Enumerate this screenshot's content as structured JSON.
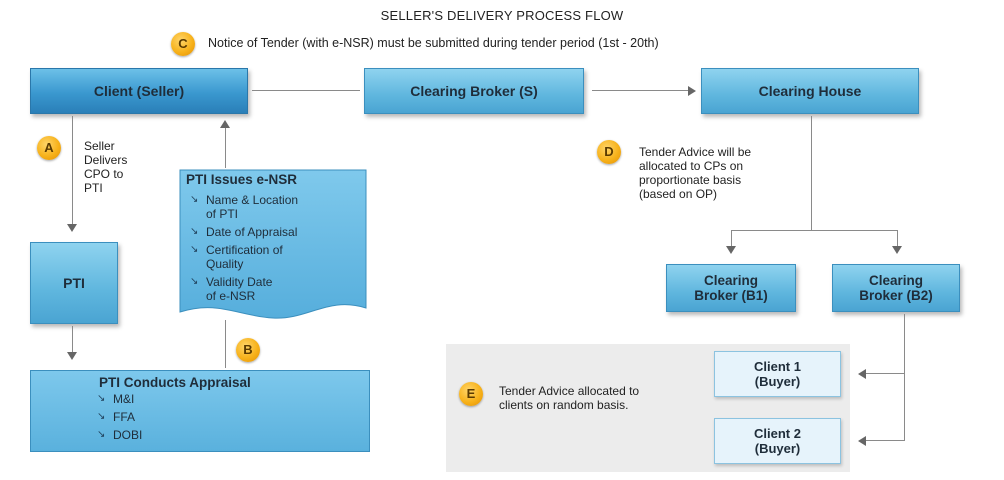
{
  "title": "SELLER'S DELIVERY PROCESS FLOW",
  "notice": {
    "badge": "C",
    "text": "Notice of Tender (with e-NSR) must be submitted during tender period (1st - 20th)"
  },
  "nodes": {
    "client_seller": "Client (Seller)",
    "clearing_broker_s": "Clearing Broker (S)",
    "clearing_house": "Clearing House",
    "pti": "PTI",
    "clearing_broker_b1": [
      "Clearing",
      "Broker (B1)"
    ],
    "clearing_broker_b2": [
      "Clearing",
      "Broker (B2)"
    ],
    "client1_buyer": [
      "Client 1",
      "(Buyer)"
    ],
    "client2_buyer": [
      "Client 2",
      "(Buyer)"
    ]
  },
  "step_a": {
    "badge": "A",
    "lines": [
      "Seller",
      "Delivers",
      "CPO to",
      "PTI"
    ]
  },
  "step_b": {
    "badge": "B"
  },
  "step_d": {
    "badge": "D",
    "lines": [
      "Tender Advice will be",
      "allocated to CPs on",
      "proportionate basis",
      "(based on OP)"
    ]
  },
  "step_e": {
    "badge": "E",
    "lines": [
      "Tender Advice allocated to",
      "clients on random basis."
    ]
  },
  "enr_box": {
    "title": "PTI Issues e-NSR",
    "items": [
      [
        "Name & Location",
        "of PTI"
      ],
      [
        "Date of Appraisal"
      ],
      [
        "Certification of",
        "Quality"
      ],
      [
        "Validity Date",
        "of e-NSR"
      ]
    ]
  },
  "appraisal_box": {
    "title": "PTI Conducts Appraisal",
    "items": [
      "M&I",
      "FFA",
      "DOBI"
    ]
  }
}
